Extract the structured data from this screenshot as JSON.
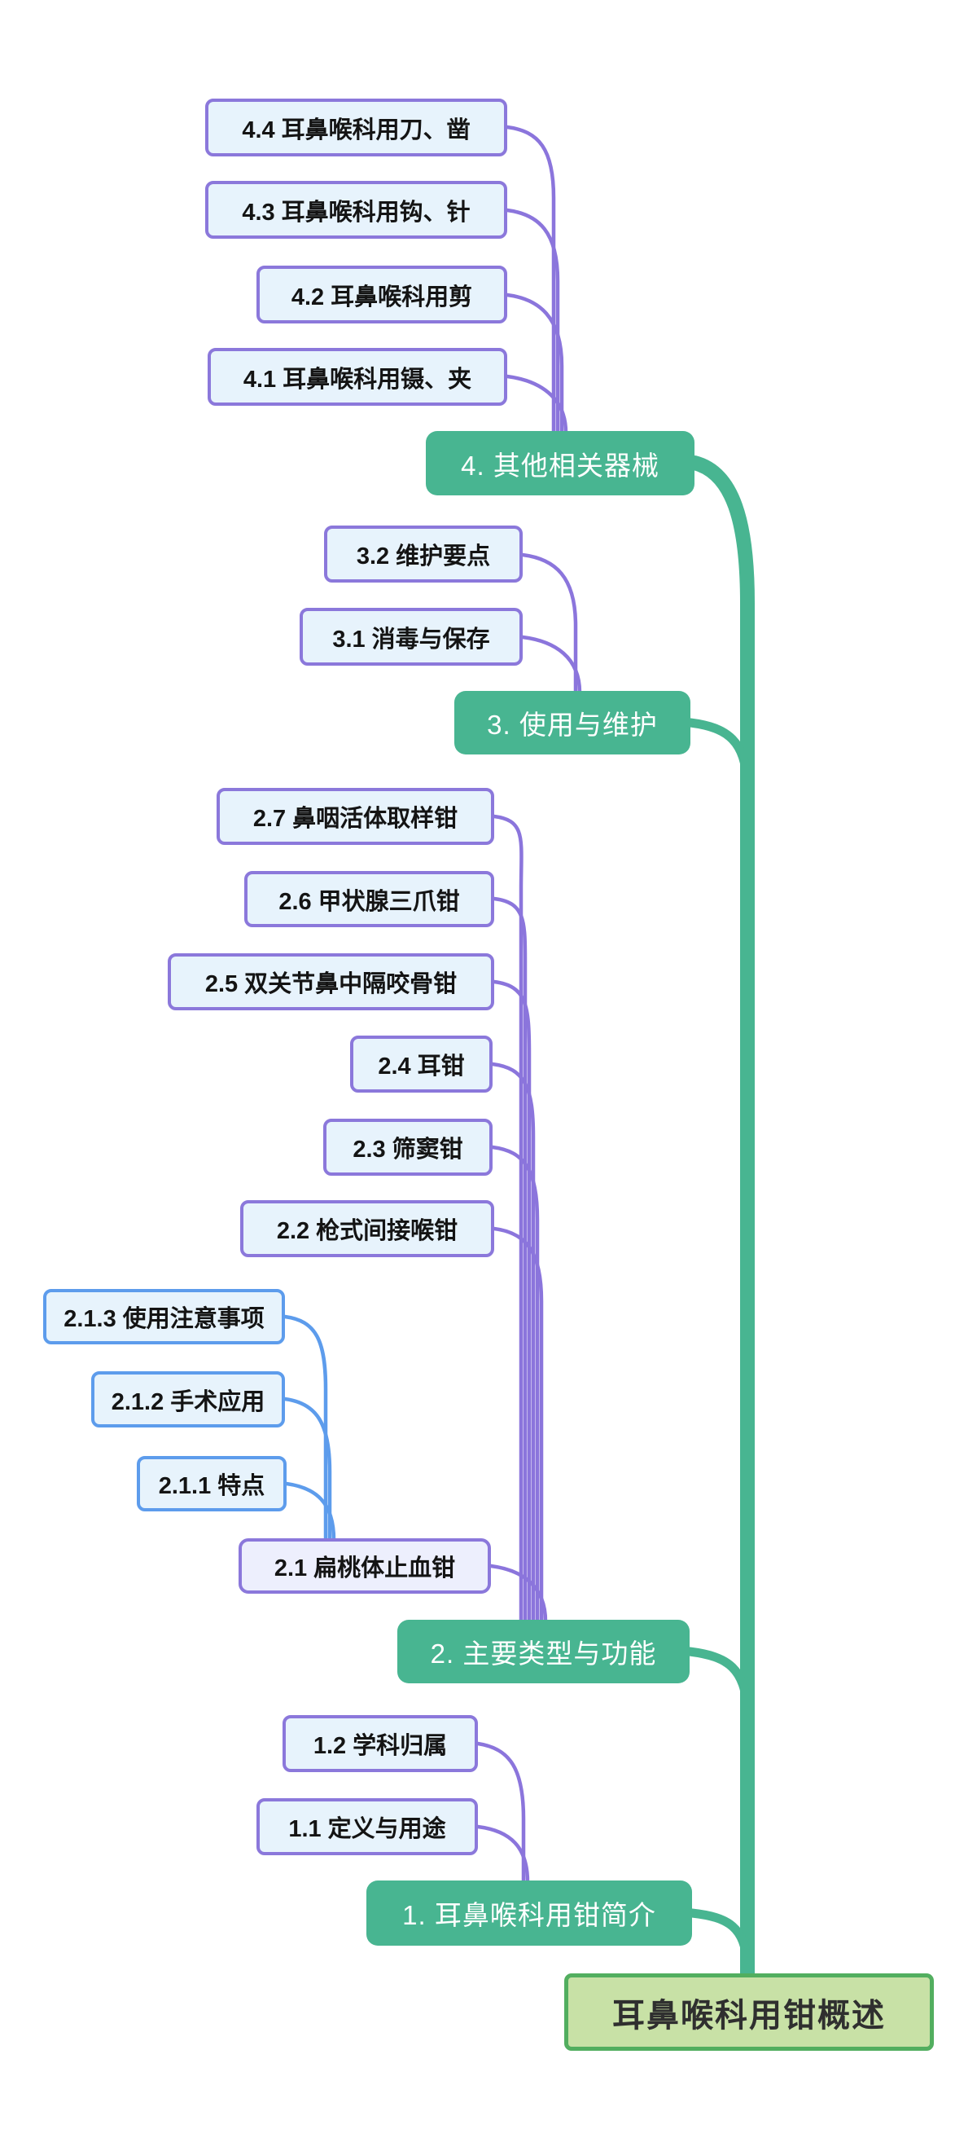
{
  "mindmap": {
    "root": {
      "label": "耳鼻喉科用钳概述"
    },
    "branches": [
      {
        "label": "1. 耳鼻喉科用钳简介",
        "children": [
          {
            "label": "1.1 定义与用途"
          },
          {
            "label": "1.2 学科归属"
          }
        ]
      },
      {
        "label": "2. 主要类型与功能",
        "children": [
          {
            "label": "2.1 扁桃体止血钳",
            "children": [
              {
                "label": "2.1.1 特点"
              },
              {
                "label": "2.1.2 手术应用"
              },
              {
                "label": "2.1.3 使用注意事项"
              }
            ]
          },
          {
            "label": "2.2 枪式间接喉钳"
          },
          {
            "label": "2.3 筛窦钳"
          },
          {
            "label": "2.4 耳钳"
          },
          {
            "label": "2.5 双关节鼻中隔咬骨钳"
          },
          {
            "label": "2.6 甲状腺三爪钳"
          },
          {
            "label": "2.7 鼻咽活体取样钳"
          }
        ]
      },
      {
        "label": "3. 使用与维护",
        "children": [
          {
            "label": "3.1 消毒与保存"
          },
          {
            "label": "3.2 维护要点"
          }
        ]
      },
      {
        "label": "4. 其他相关器械",
        "children": [
          {
            "label": "4.1 耳鼻喉科用镊、夹"
          },
          {
            "label": "4.2 耳鼻喉科用剪"
          },
          {
            "label": "4.3 耳鼻喉科用钩、针"
          },
          {
            "label": "4.4 耳鼻喉科用刀、凿"
          }
        ]
      }
    ],
    "colors": {
      "branch_node_fill": "#48B591",
      "trunk_green": "#48B591",
      "connector_purple": "#8B75DC",
      "connector_blue": "#5D9CEC",
      "root_fill": "#C8E1A6",
      "root_border": "#52AE5F",
      "sub_node_fill": "#E7F3FC",
      "sub_node_border_purple": "#8B78DB",
      "sub_node_border_blue": "#5D9CEC",
      "node21_fill": "#EDEFFD"
    }
  }
}
